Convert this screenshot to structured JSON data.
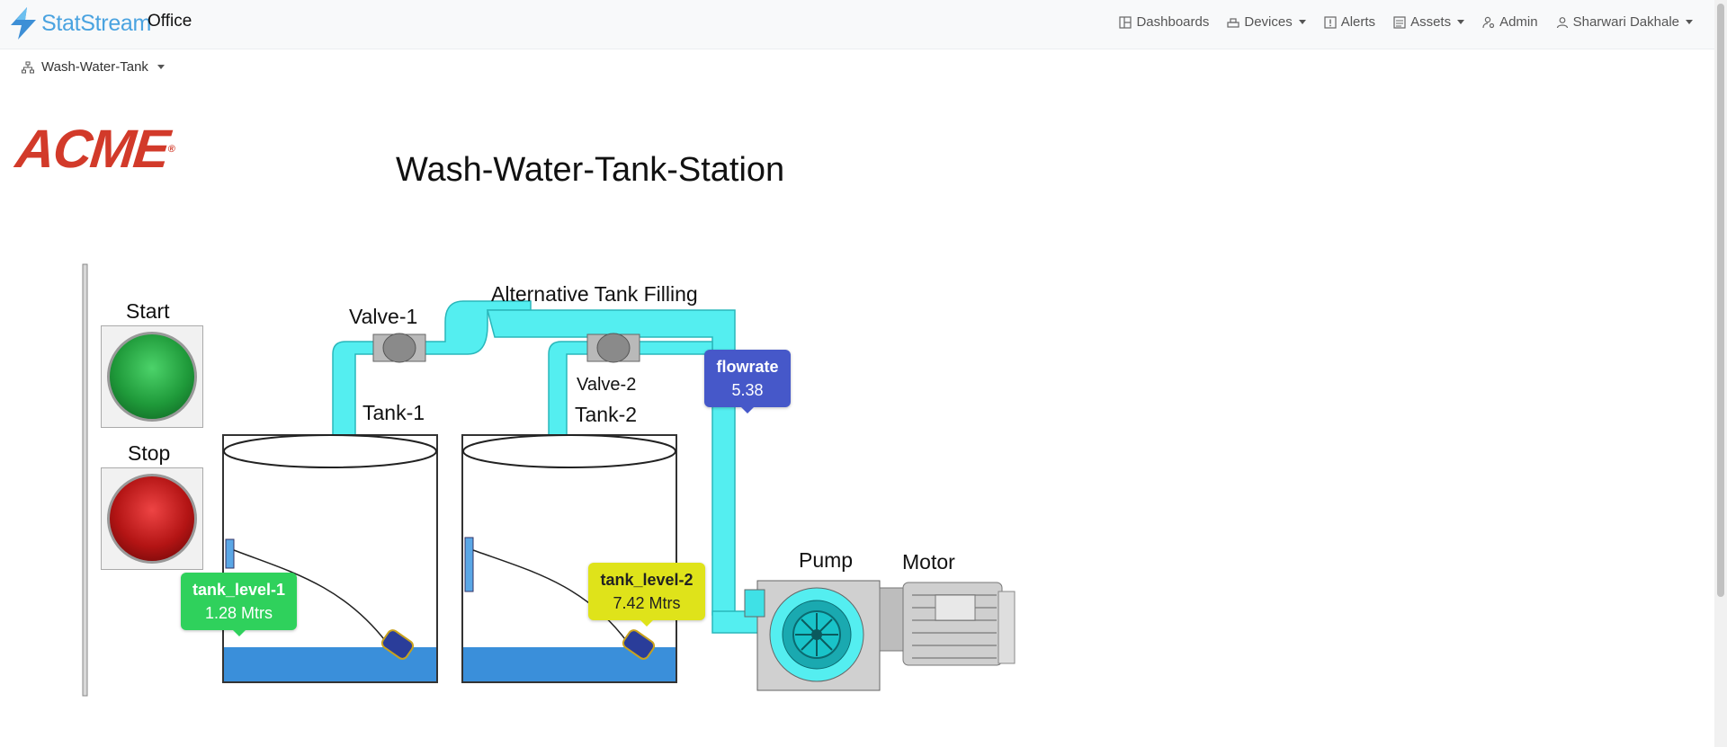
{
  "brand": {
    "name": "StatStream",
    "workspace": "Office"
  },
  "nav": [
    {
      "label": "Dashboards",
      "icon": "dashboard-icon",
      "dropdown": false
    },
    {
      "label": "Devices",
      "icon": "devices-icon",
      "dropdown": true
    },
    {
      "label": "Alerts",
      "icon": "alert-icon",
      "dropdown": false
    },
    {
      "label": "Assets",
      "icon": "assets-icon",
      "dropdown": true
    },
    {
      "label": "Admin",
      "icon": "admin-icon",
      "dropdown": false
    },
    {
      "label": "Sharwari Dakhale",
      "icon": "user-icon",
      "dropdown": true
    }
  ],
  "asset_selector": {
    "label": "Wash-Water-Tank",
    "icon": "hierarchy-icon"
  },
  "dashboard": {
    "logo_text": "ACME",
    "title": "Wash-Water-Tank-Station",
    "labels": {
      "start": "Start",
      "stop": "Stop",
      "valve1": "Valve-1",
      "valve2": "Valve-2",
      "tank1": "Tank-1",
      "tank2": "Tank-2",
      "alt_filling": "Alternative Tank Filling",
      "pump": "Pump",
      "motor": "Motor"
    },
    "widgets": {
      "flowrate": {
        "name": "flowrate",
        "value": "5.38",
        "color": "#4658c9"
      },
      "tank_level_1": {
        "name": "tank_level-1",
        "value": "1.28 Mtrs",
        "color": "#2fd15c"
      },
      "tank_level_2": {
        "name": "tank_level-2",
        "value": "7.42 Mtrs",
        "color": "#dfe31a"
      }
    },
    "colors": {
      "pipe": "#54eef0",
      "water": "#3a8fda"
    }
  }
}
